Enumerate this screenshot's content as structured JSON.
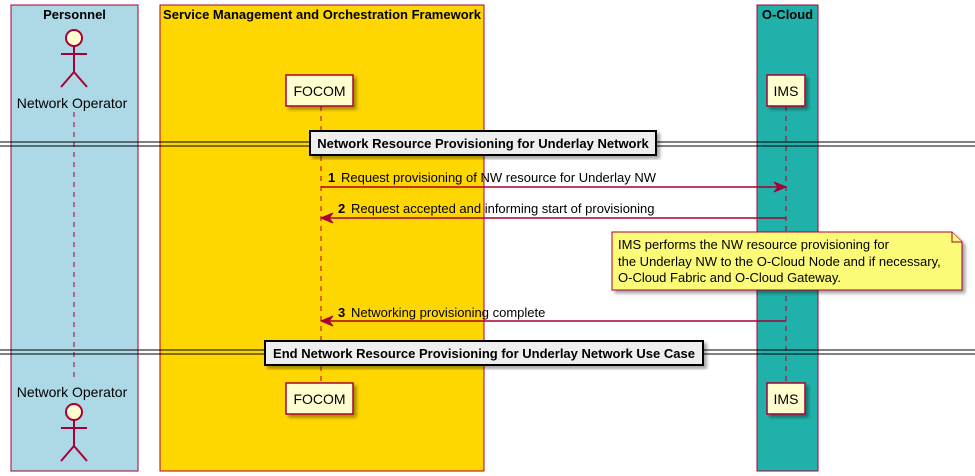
{
  "boxes": {
    "personnel": {
      "title": "Personnel",
      "color": "#ADD8E6"
    },
    "smo": {
      "title": "Service Management and Orchestration Framework",
      "color": "#FFD700"
    },
    "ocloud": {
      "title": "O-Cloud",
      "color": "#20B2AA"
    }
  },
  "participants": {
    "operator": {
      "label": "Network Operator"
    },
    "focom": {
      "label": "FOCOM"
    },
    "ims": {
      "label": "IMS"
    }
  },
  "separators": {
    "start": "Network Resource Provisioning for Underlay Network",
    "end": "End Network Resource Provisioning for Underlay Network Use Case"
  },
  "messages": [
    {
      "num": "1",
      "text": "Request provisioning of NW resource for Underlay NW",
      "from": "focom",
      "to": "ims"
    },
    {
      "num": "2",
      "text": "Request accepted and informing start of provisioning",
      "from": "ims",
      "to": "focom"
    },
    {
      "num": "3",
      "text": "Networking provisioning complete",
      "from": "ims",
      "to": "focom"
    }
  ],
  "note": {
    "lines": [
      "IMS performs the NW resource provisioning for",
      "the Underlay NW to the O-Cloud Node and if necessary,",
      "O-Cloud Fabric and O-Cloud Gateway."
    ]
  },
  "colors": {
    "arrow": "#A80036",
    "lifeline": "#A80036",
    "participant_fill": "#FEFECE",
    "note_fill": "#FBFB77"
  }
}
